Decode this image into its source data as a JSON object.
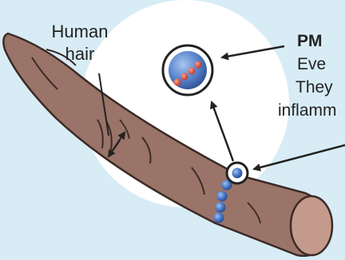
{
  "hair_label": {
    "line1": "Human",
    "line2": "hair"
  },
  "side_text": {
    "heading": "PM",
    "line1": "Eve",
    "line2": "They",
    "line3": "inflamm"
  },
  "colors": {
    "background": "#d8ecf6",
    "circle": "#ffffff",
    "hair_fill": "#9a7468",
    "hair_stroke": "#3b2a25",
    "particle_blue": "#4a78c8",
    "inner_dots": "#d94a3a",
    "arrow": "#222222"
  },
  "icons": {
    "zoom_lens": "magnified-particle-icon",
    "particles": "particle-chain-icon"
  }
}
